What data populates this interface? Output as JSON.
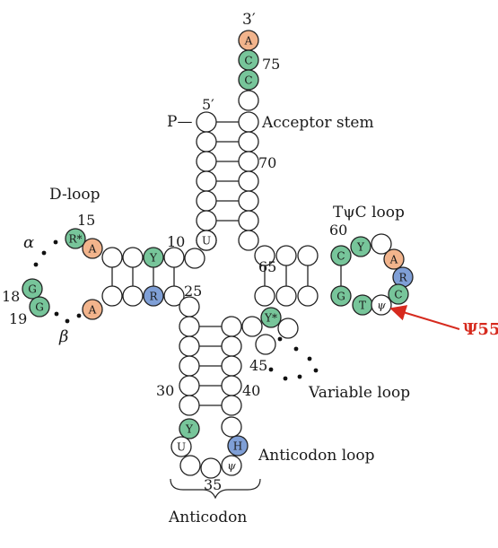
{
  "colors": {
    "orange": "#f2b48c",
    "green": "#77c59a",
    "blue": "#7f9fd6",
    "white": "#ffffff",
    "stroke": "#222222",
    "red": "#d62a1e"
  },
  "labels": {
    "three_prime": "3′",
    "five_prime": "5′",
    "phosphate": "P—",
    "acceptor_stem": "Acceptor stem",
    "d_loop": "D-loop",
    "tpsic_loop": "TψC loop",
    "variable_loop": "Variable loop",
    "anticodon_loop": "Anticodon loop",
    "anticodon": "Anticodon",
    "psi55": "Ψ55",
    "alpha": "α",
    "beta": "β"
  },
  "numbers": {
    "n75": "75",
    "n70": "70",
    "n15": "15",
    "n10": "10",
    "n60": "60",
    "n65": "65",
    "n18": "18",
    "n19": "19",
    "n25": "25",
    "n45": "45",
    "n30": "30",
    "n40": "40",
    "n35": "35"
  },
  "nucleotides": {
    "acc_a": "A",
    "acc_c1": "C",
    "acc_c2": "C",
    "d_r": "R*",
    "d_a1": "A",
    "d_y": "Y",
    "d_r2": "R",
    "d_a2": "A",
    "d_g18": "G",
    "d_g19": "G",
    "u8": "U",
    "t_c1": "C",
    "t_y": "Y",
    "t_a": "A",
    "t_r": "R",
    "t_c2": "C",
    "t_g": "G",
    "t_t": "T",
    "t_psi": "ψ",
    "var_y": "Y*",
    "ac_y": "Y",
    "ac_u": "U",
    "ac_h": "H",
    "ac_psi": "ψ"
  }
}
